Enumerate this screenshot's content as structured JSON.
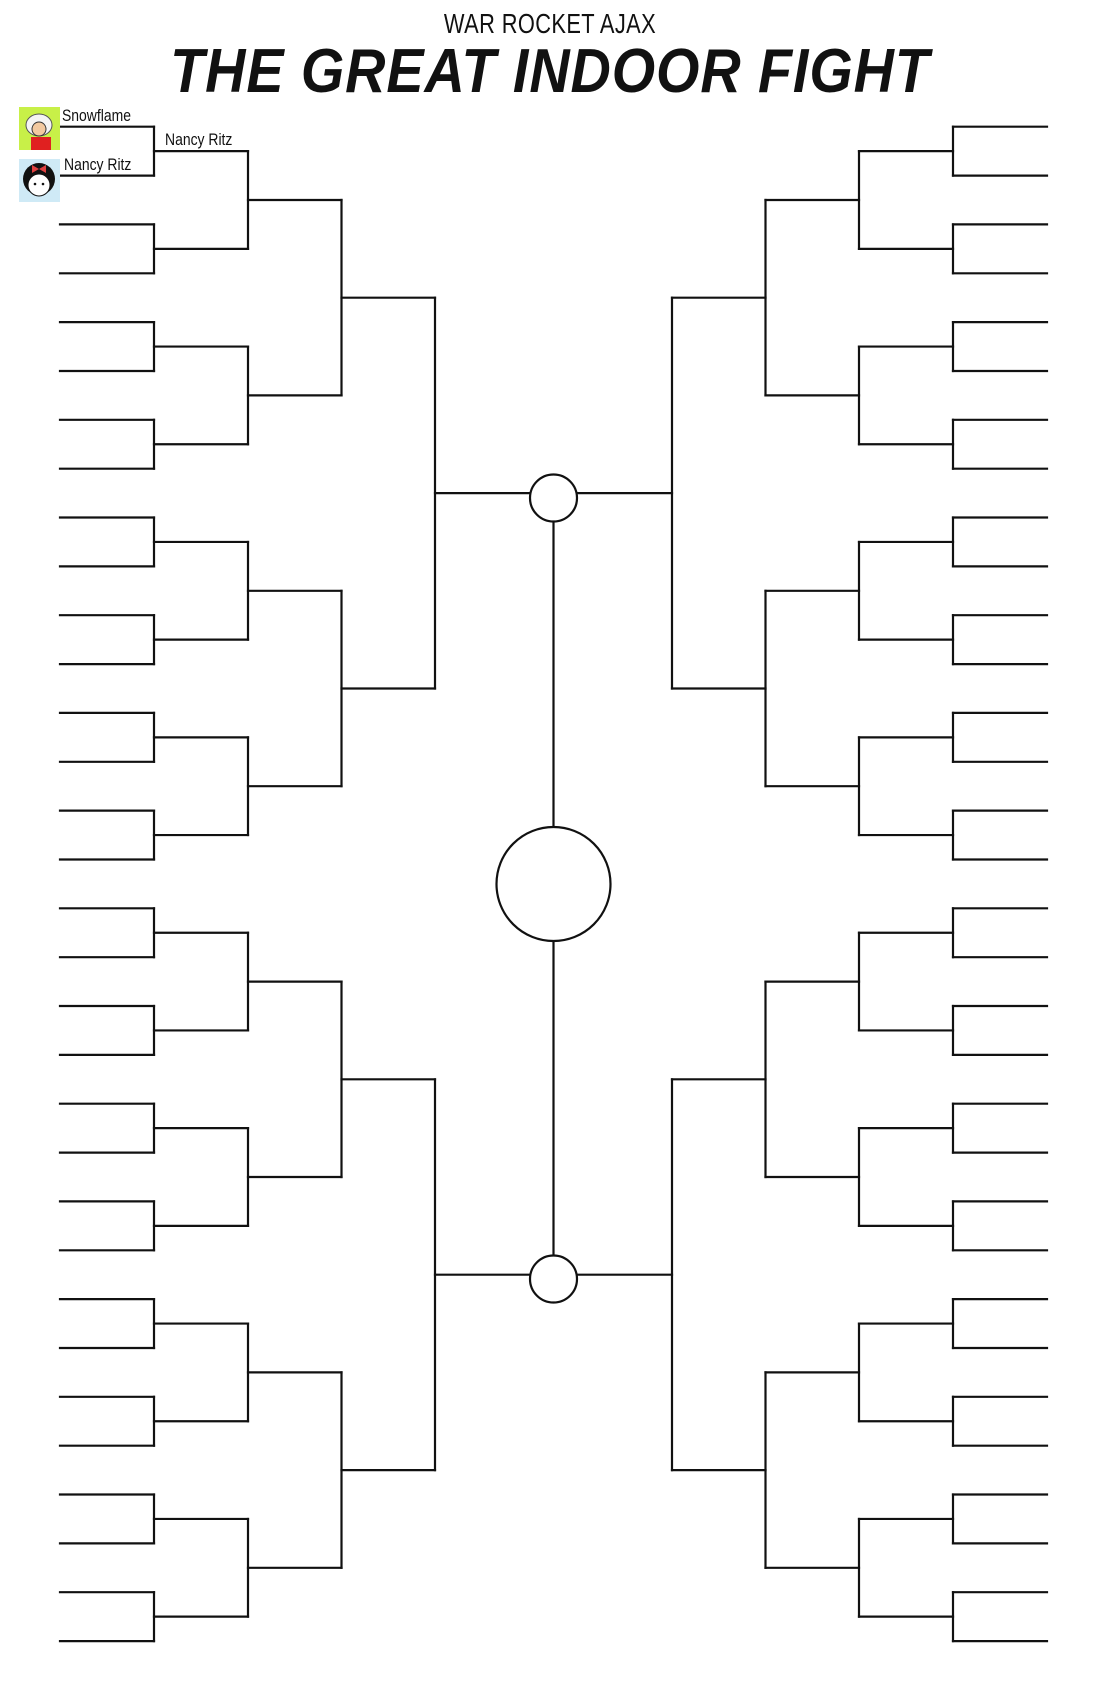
{
  "header": {
    "subtitle": "WAR ROCKET AJAX",
    "title": "THE GREAT INDOOR FIGHT"
  },
  "entrants": [
    {
      "name": "Snowflame",
      "avatar_color": "#c8f048",
      "accent": "#e02020"
    },
    {
      "name": "Nancy Ritz",
      "avatar_color": "#9fd8f0",
      "accent": "#e04040"
    }
  ],
  "round2_winners": [
    {
      "name": "Nancy Ritz"
    }
  ],
  "colors": {
    "line": "#111111",
    "background": "#ffffff"
  }
}
